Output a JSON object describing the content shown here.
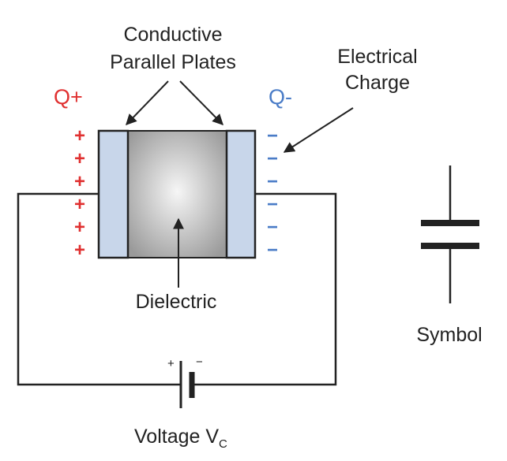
{
  "labels": {
    "plates_line1": "Conductive",
    "plates_line2": "Parallel Plates",
    "charge_line1": "Electrical",
    "charge_line2": "Charge",
    "positive_charge": "Q+",
    "negative_charge": "Q-",
    "dielectric": "Dielectric",
    "symbol": "Symbol",
    "voltage": "Voltage V",
    "voltage_subscript": "C",
    "battery_plus": "+",
    "battery_minus": "−"
  },
  "plus_signs": [
    "+",
    "+",
    "+",
    "+",
    "+",
    "+"
  ],
  "minus_signs": [
    "−",
    "−",
    "−",
    "−",
    "−",
    "−"
  ],
  "colors": {
    "wire": "#222222",
    "plate_fill": "#c8d6ea",
    "positive": "#e03030",
    "negative": "#4a7cc7",
    "dielectric_center": "#f4f4f4",
    "dielectric_edge": "#9a9a9a"
  }
}
